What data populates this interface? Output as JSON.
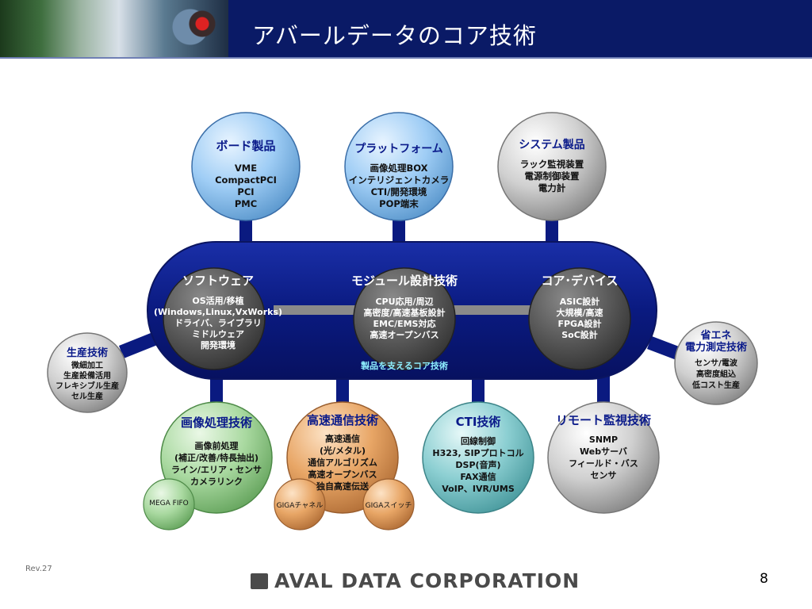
{
  "header": {
    "title": "アバールデータのコア技術"
  },
  "diagram": {
    "hub": {
      "caption": "製品を支えるコア技術",
      "nodes": [
        {
          "title": "ソフトウェア",
          "items": [
            "OS活用/移植",
            "(Windows,Linux,VxWorks)",
            "ドライバ、ライブラリ",
            "ミドルウェア",
            "開発環境"
          ]
        },
        {
          "title": "モジュール設計技術",
          "items": [
            "CPU応用/周辺",
            "高密度/高速基板設計",
            "EMC/EMS対応",
            "高速オープンバス"
          ]
        },
        {
          "title": "コア･デバイス",
          "items": [
            "ASIC設計",
            "大規模/高速",
            "FPGA設計",
            "SoC設計"
          ]
        }
      ]
    },
    "top": [
      {
        "title": "ボード製品",
        "items": [
          "VME",
          "CompactPCI",
          "PCI",
          "PMC"
        ]
      },
      {
        "title": "プラットフォーム",
        "items": [
          "画像処理BOX",
          "インテリジェントカメラ",
          "CTI/開発環境",
          "POP端末"
        ]
      },
      {
        "title": "システム製品",
        "items": [
          "ラック監視装置",
          "電源制御装置",
          "電力計"
        ]
      }
    ],
    "left": {
      "title": "生産技術",
      "items": [
        "微細加工",
        "生産設備活用",
        "フレキシブル生産",
        "セル生産"
      ]
    },
    "right": {
      "title_lines": [
        "省エネ",
        "電力測定技術"
      ],
      "items": [
        "センサ/電波",
        "高密度組込",
        "低コスト生産"
      ]
    },
    "bottom": [
      {
        "title": "画像処理技術",
        "items": [
          "画像前処理",
          "(補正/改善/特長抽出)",
          "ライン/エリア・センサ",
          "カメラリンク"
        ]
      },
      {
        "title": "高速通信技術",
        "items": [
          "高速通信",
          "(光/メタル)",
          "通信アルゴリズム",
          "高速オープンバス",
          "独自高速伝送"
        ]
      },
      {
        "title": "CTI技術",
        "items": [
          "回線制御",
          "H323, SIPプロトコル",
          "DSP(音声)",
          "FAX通信",
          "VoIP、IVR/UMS"
        ]
      },
      {
        "title": "リモート監視技術",
        "items": [
          "SNMP",
          "Webサーバ",
          "フィールド・バス",
          "センサ"
        ]
      }
    ],
    "satellites": [
      "MEGA FIFO",
      "GIGAチャネル",
      "GIGAスイッチ"
    ]
  },
  "footer": {
    "rev": "Rev.27",
    "company": "AVAL DATA CORPORATION",
    "page": "8"
  },
  "colors": {
    "navy": "#0a1a80",
    "title_blue": "#0a1a8a",
    "dark_title": "#111111",
    "blue_ball": "#9fcdf5",
    "gray_ball": "#c9c9c9",
    "green_ball": "#a9d9a0",
    "orange_ball": "#e8a666",
    "teal_ball": "#8ccfd2",
    "hub_ball": "#555555",
    "caption": "#8ff0ff"
  }
}
